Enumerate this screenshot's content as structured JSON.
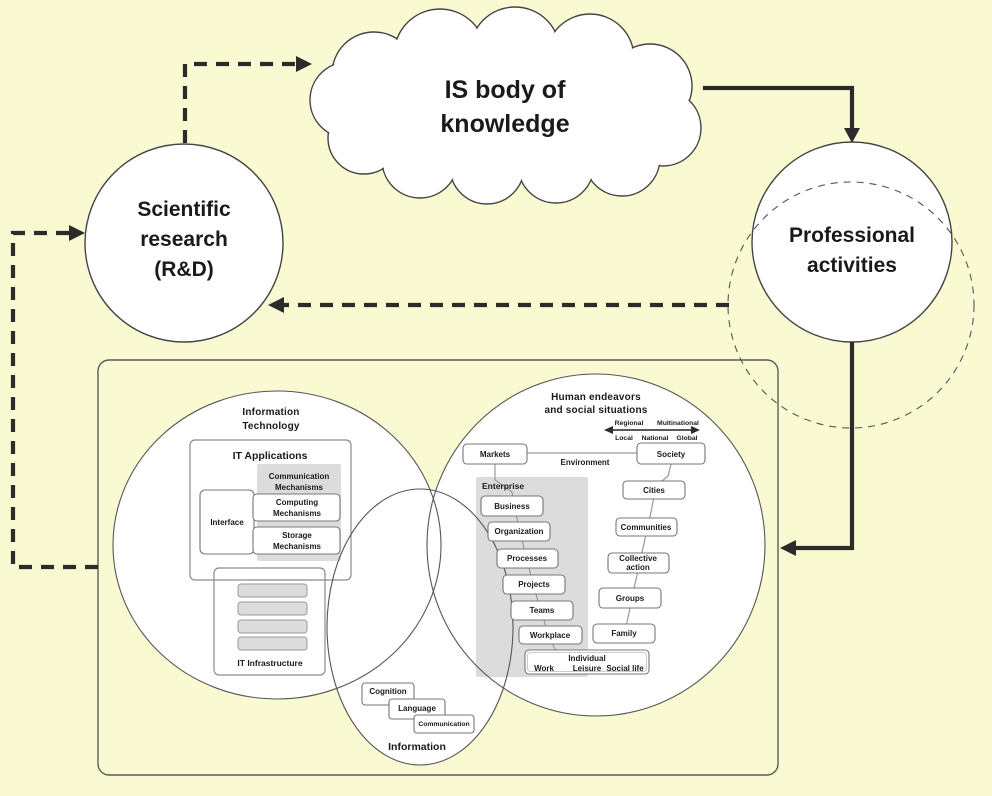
{
  "colors": {
    "background": "#FAFAD2",
    "shape_fill": "#FFFFFF",
    "panel_gray": "#DCDCDC",
    "arrow": "#2B2B2B"
  },
  "top": {
    "cloud": {
      "lines": [
        "IS body of",
        "knowledge"
      ]
    },
    "scientific": {
      "lines": [
        "Scientific",
        "research",
        "(R&D)"
      ]
    },
    "professional": {
      "lines": [
        "Professional",
        "activities"
      ]
    }
  },
  "framework": {
    "it": {
      "title_lines": [
        "Information",
        "Technology"
      ],
      "applications": {
        "title": "IT Applications",
        "communication": {
          "lines": [
            "Communication",
            "Mechanisms"
          ]
        },
        "computing": {
          "lines": [
            "Computing",
            "Mechanisms"
          ]
        },
        "storage": {
          "lines": [
            "Storage",
            "Mechanisms"
          ]
        },
        "interface": "Interface"
      },
      "infrastructure": {
        "title": "IT Infrastructure"
      }
    },
    "information": {
      "title": "Information",
      "cognition": "Cognition",
      "language": "Language",
      "communication": "Communication"
    },
    "human": {
      "title_lines": [
        "Human endeavors",
        "and social situations"
      ],
      "scale": {
        "top": [
          "Regional",
          "Multinational"
        ],
        "bottom": [
          "Local",
          "National",
          "Global"
        ]
      },
      "markets": "Markets",
      "society": "Society",
      "environment": "Environment",
      "enterprise": {
        "title": "Enterprise",
        "chain": [
          "Business",
          "Organization",
          "Processes",
          "Projects",
          "Teams",
          "Workplace"
        ]
      },
      "individual": {
        "title": "Individual",
        "items": [
          "Work",
          "Leisure",
          "Social life"
        ]
      },
      "cities": "Cities",
      "communities": "Communities",
      "collective_lines": [
        "Collective",
        "action"
      ],
      "groups": "Groups",
      "family": "Family"
    }
  }
}
